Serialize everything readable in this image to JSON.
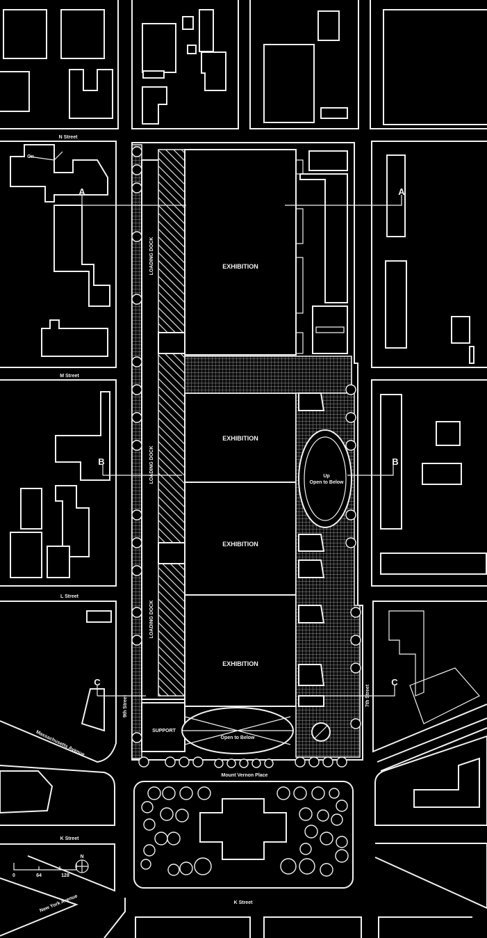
{
  "streets": {
    "n_street": "N Street",
    "m_street": "M Street",
    "l_street": "L Street",
    "k_street_left": "K Street",
    "k_street_bottom": "K Street",
    "ninth_street": "9th Street",
    "seventh_street": "7th Street",
    "massachusetts_avenue": "Massachusetts Avenue",
    "new_york_avenue": "New York Avenue",
    "mount_vernon_place": "Mount Vernon Place"
  },
  "spaces": {
    "exhibition_1": "EXHIBITION",
    "exhibition_2": "EXHIBITION",
    "exhibition_3": "EXHIBITION",
    "exhibition_4": "EXHIBITION",
    "loading_dock_1": "LOADING DOCK",
    "loading_dock_2": "LOADING DOCK",
    "loading_dock_3": "LOADING DOCK",
    "support": "SUPPORT",
    "open_to_below_1": "Open to Below",
    "open_to_below_2": "Open to Below",
    "up": "Up",
    "on": "On"
  },
  "sections": {
    "a_left": "A",
    "a_right": "A",
    "b_left": "B",
    "b_right": "B",
    "c_left": "C",
    "c_right": "C"
  },
  "scale": {
    "tick_0": "0",
    "tick_64": "64",
    "tick_128": "128",
    "north": "N"
  },
  "colors": {
    "background": "#000000",
    "linework": "#f2f2f2"
  }
}
